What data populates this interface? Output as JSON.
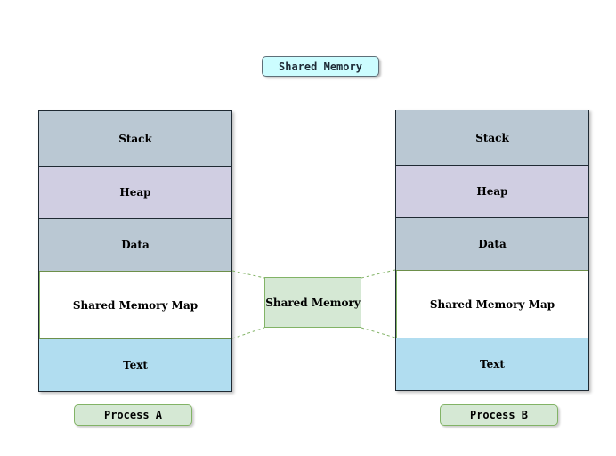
{
  "title": "Shared Memory",
  "process_a": {
    "label": "Process A",
    "segments": {
      "stack": "Stack",
      "heap": "Heap",
      "data": "Data",
      "shared_map": "Shared Memory Map",
      "text": "Text"
    }
  },
  "process_b": {
    "label": "Process B",
    "segments": {
      "stack": "Stack",
      "heap": "Heap",
      "data": "Data",
      "shared_map": "Shared Memory Map",
      "text": "Text"
    }
  },
  "shared_region": "Shared Memory",
  "colors": {
    "title_fill": "#ccfdff",
    "stack_data_fill": "#bac8d3",
    "heap_fill": "#d0cee2",
    "text_fill": "#b1ddf0",
    "shared_fill": "#d5e8d4",
    "shared_border": "#82b366"
  }
}
